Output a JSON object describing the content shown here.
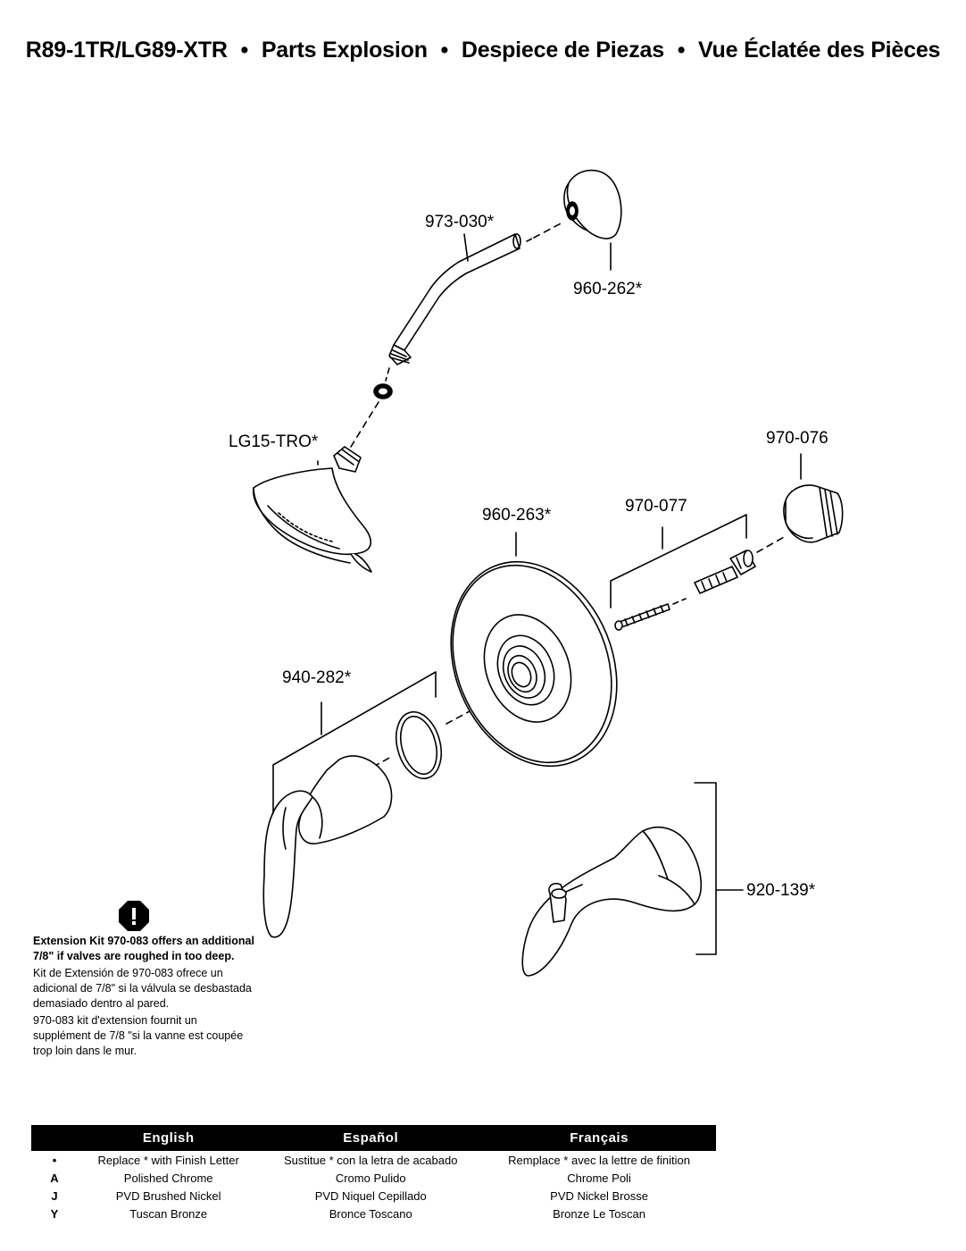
{
  "header": {
    "model": "R89-1TR/LG89-XTR",
    "sep": "•",
    "title_en": "Parts Explosion",
    "title_es": "Despiece de Piezas",
    "title_fr": "Vue Éclatée des Pièces"
  },
  "parts": {
    "shower_arm": "973-030*",
    "flange": "960-262*",
    "showerhead": "LG15-TRO*",
    "sleeve": "970-076",
    "screw_kit": "970-077",
    "escutcheon": "960-263*",
    "handle": "940-282*",
    "tub_spout": "920-139*"
  },
  "note": {
    "icon": "exclamation-icon",
    "en": "Extension Kit 970-083 offers an additional 7/8\" if valves are roughed in too deep.",
    "es": "Kit de Extensión de 970-083 ofrece un adicional de 7/8\" si la válvula se desbastada demasiado dentro al pared.",
    "fr": "970-083 kit d'extension fournit un supplément de 7/8 \"si la vanne est coupée trop loin dans le mur."
  },
  "legend": {
    "headers": [
      "English",
      "Español",
      "Français"
    ],
    "rows": [
      {
        "key": "•",
        "en": "Replace * with Finish Letter",
        "es": "Sustitue * con la letra de acabado",
        "fr": "Remplace * avec la lettre de finition"
      },
      {
        "key": "A",
        "en": "Polished Chrome",
        "es": "Cromo Pulido",
        "fr": "Chrome Poli"
      },
      {
        "key": "J",
        "en": "PVD Brushed Nickel",
        "es": "PVD Niquel Cepillado",
        "fr": "PVD Nickel Brosse"
      },
      {
        "key": "Y",
        "en": "Tuscan Bronze",
        "es": "Bronce Toscano",
        "fr": "Bronze Le Toscan"
      }
    ]
  }
}
